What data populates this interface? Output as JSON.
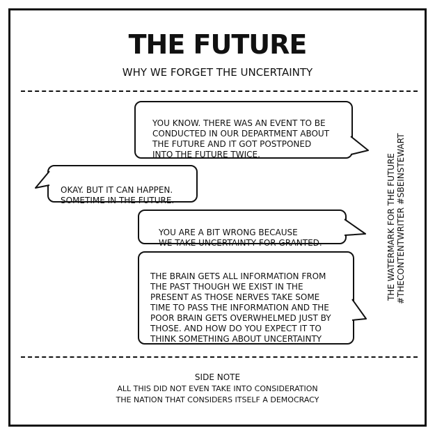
{
  "comic": {
    "title": "THE FUTURE",
    "subtitle": "WHY WE FORGET THE UNCERTAINTY",
    "bubbles": [
      {
        "side": "right",
        "text": "YOU KNOW. THERE WAS AN EVENT TO BE\nCONDUCTED IN OUR DEPARTMENT ABOUT\nTHE FUTURE AND IT GOT POSTPONED\nINTO THE FUTURE TWICE."
      },
      {
        "side": "left",
        "text": "OKAY. BUT IT CAN HAPPEN.\nSOMETIME IN THE FUTURE."
      },
      {
        "side": "right",
        "text": "YOU ARE A BIT WRONG   BECAUSE\nWE TAKE UNCERTAINTY FOR GRANTED."
      },
      {
        "side": "right",
        "text": "THE BRAIN GETS ALL INFORMATION FROM\nTHE PAST THOUGH WE EXIST IN THE\nPRESENT AS THOSE NERVES TAKE SOME\nTIME TO PASS THE INFORMATION AND THE\nPOOR BRAIN GETS OVERWHELMED JUST BY\nTHOSE. AND HOW DO YOU EXPECT IT TO\nTHINK SOMETHING ABOUT UNCERTAINTY"
      }
    ],
    "watermark": {
      "line1": "THE WATERMARK FOR THE FUTURE",
      "line2": "#THECONTENTWRITER #SBEINSTEWART"
    },
    "side_note": {
      "title": "SIDE NOTE",
      "body": "ALL THIS DID NOT EVEN TAKE INTO CONSIDERATION\nTHE NATION THAT CONSIDERS ITSELF A DEMOCRACY"
    },
    "colors": {
      "ink": "#111111",
      "paper": "#ffffff"
    }
  }
}
